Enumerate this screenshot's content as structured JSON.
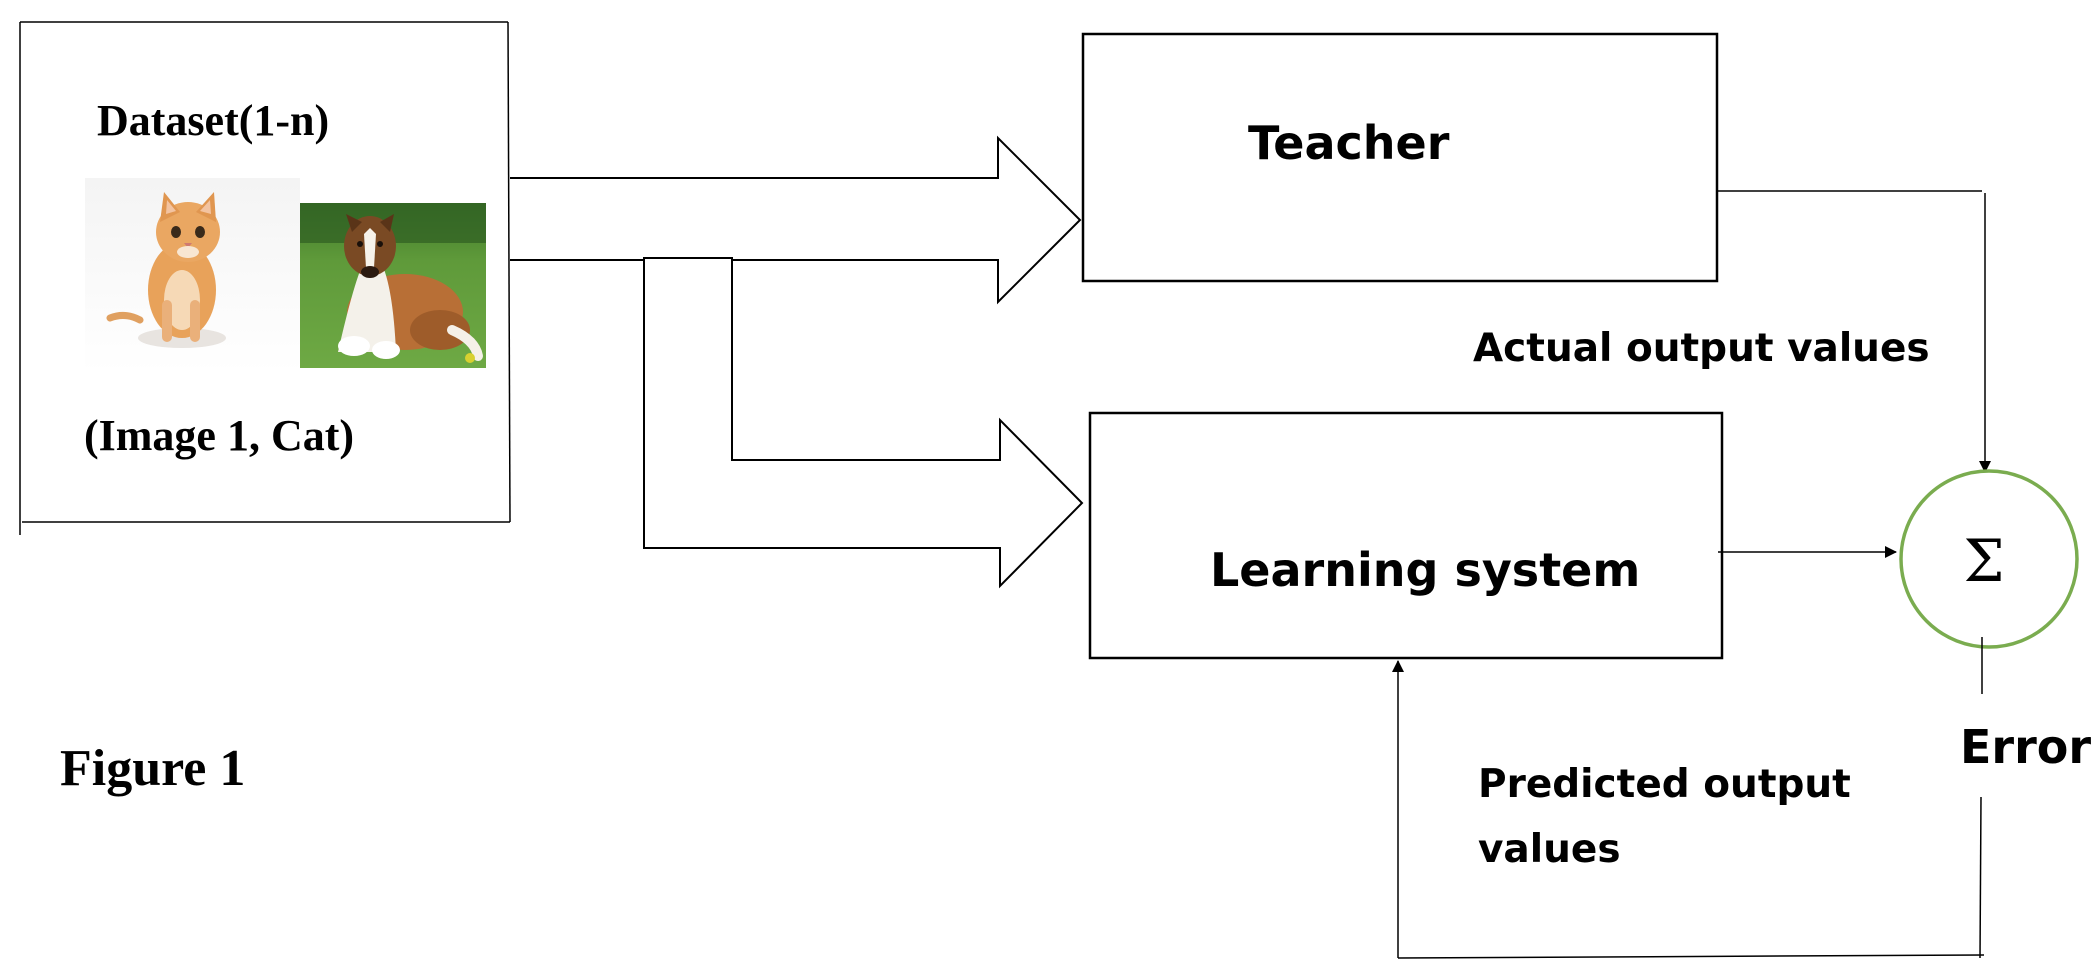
{
  "dataset": {
    "title": "Dataset(1-n)",
    "example": "(Image 1, Cat)",
    "images": [
      "cat-photo",
      "dog-photo"
    ]
  },
  "teacher": {
    "label": "Teacher"
  },
  "learning_system": {
    "label": "Learning system"
  },
  "sum_node": {
    "symbol": "Σ",
    "stroke_color": "#7aac4f"
  },
  "labels": {
    "actual_output": "Actual output values",
    "predicted_output_line1": "Predicted output",
    "predicted_output_line2": "values",
    "error": "Error"
  },
  "figure": {
    "caption": "Figure 1"
  }
}
